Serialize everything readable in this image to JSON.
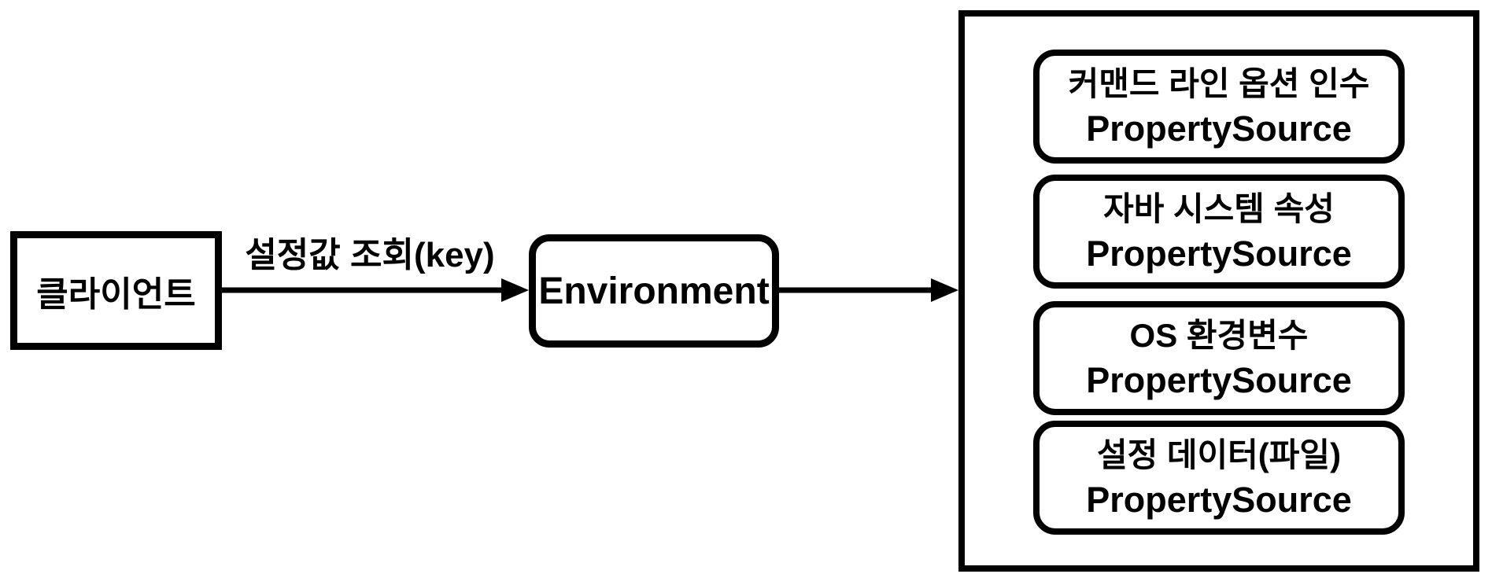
{
  "diagram": {
    "client": {
      "label": "클라이언트"
    },
    "environment": {
      "label": "Environment"
    },
    "arrows": [
      {
        "name": "client-to-environment",
        "label": "설정값 조회(key)"
      },
      {
        "name": "environment-to-property-sources",
        "label": ""
      }
    ],
    "property_sources": [
      {
        "line1": "커맨드 라인 옵션 인수",
        "line2": "PropertySource"
      },
      {
        "line1": "자바 시스템 속성",
        "line2": "PropertySource"
      },
      {
        "line1": "OS 환경변수",
        "line2": "PropertySource"
      },
      {
        "line1": "설정 데이터(파일)",
        "line2": "PropertySource"
      }
    ],
    "colors": {
      "line": "#000000",
      "background": "#ffffff",
      "text": "#000000"
    }
  }
}
